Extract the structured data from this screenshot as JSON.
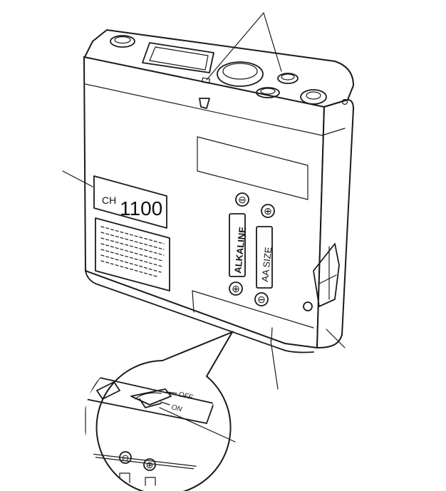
{
  "device": {
    "model_prefix": "CH",
    "model_number": "1100"
  },
  "battery": {
    "brand_text": "ALKALINE",
    "size_text": "AA SIZE",
    "minus_symbol": "⊖",
    "plus_symbol": "⊕"
  },
  "switch": {
    "off_label": "OFF",
    "on_label": "ON"
  },
  "inset": {
    "minus_symbol": "⊖",
    "plus_symbol": "⊕"
  }
}
